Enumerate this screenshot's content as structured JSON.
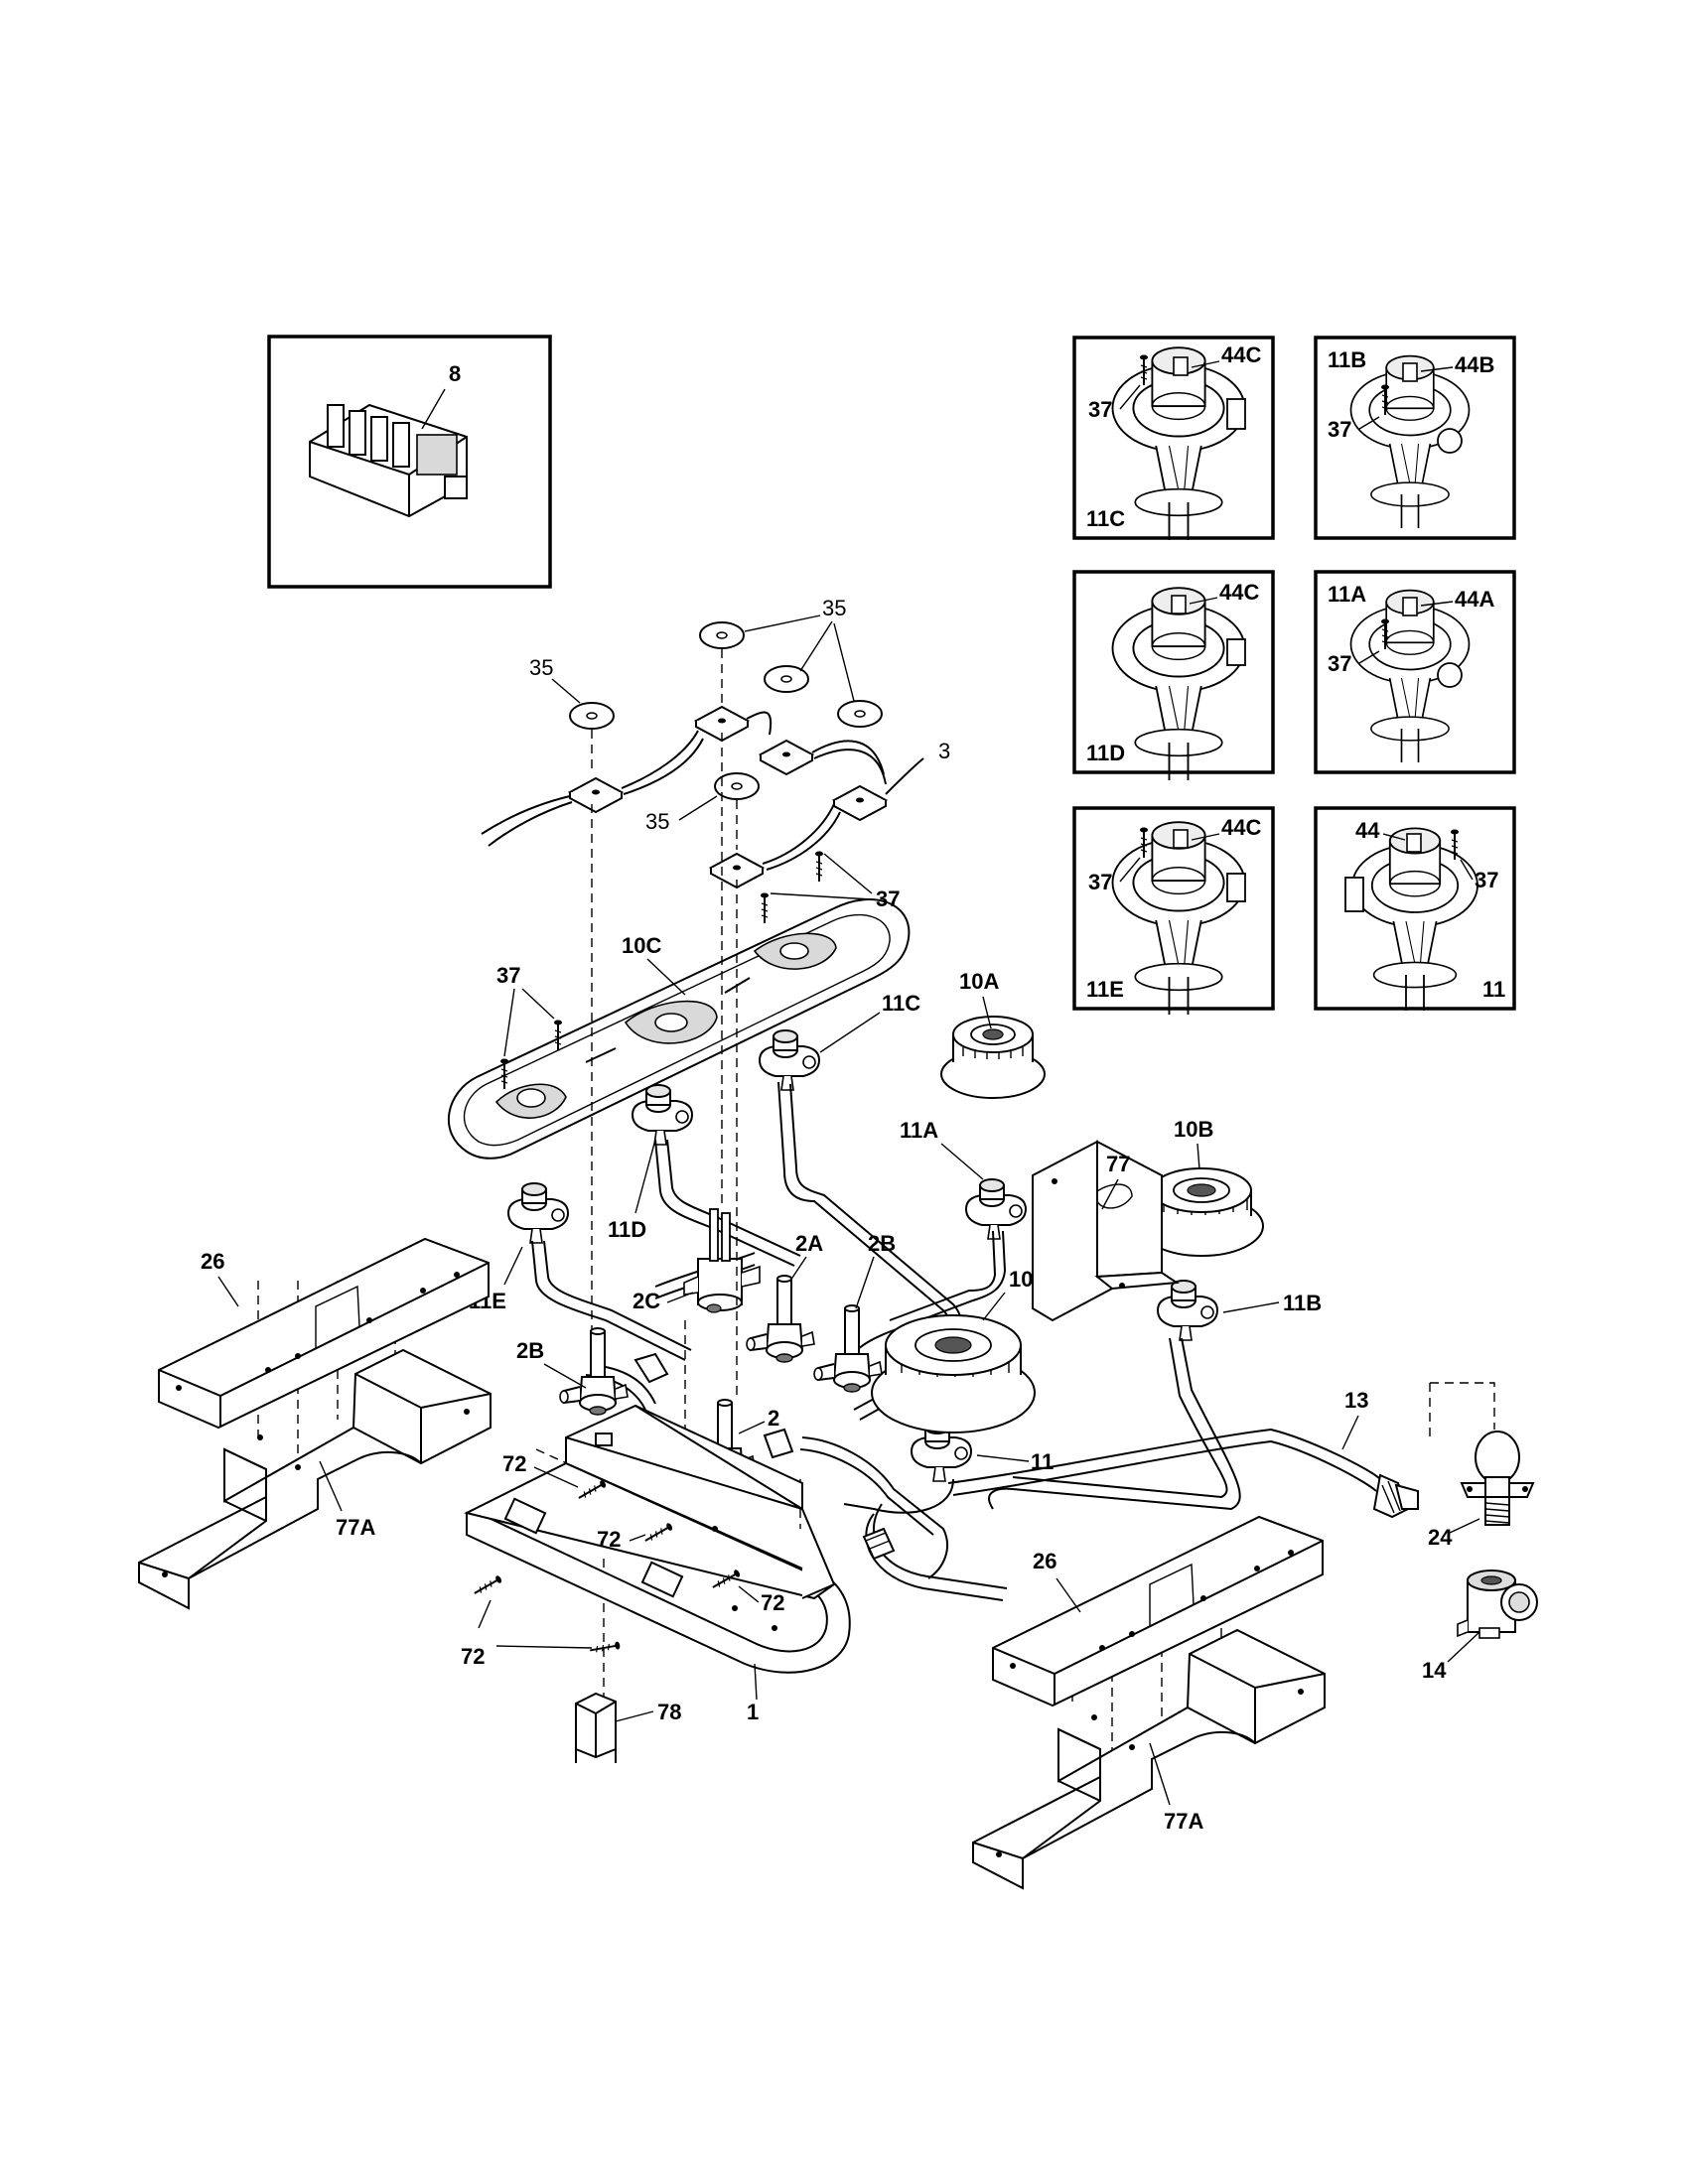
{
  "labels": {
    "l8": "8",
    "l35a": "35",
    "l35b": "35",
    "l35c": "35",
    "l3": "3",
    "l37a": "37",
    "l37b": "37",
    "l10C": "10C",
    "l10A": "10A",
    "l10B": "10B",
    "l10": "10",
    "l11C": "11C",
    "l11A": "11A",
    "l11D": "11D",
    "l11E": "11E",
    "l11B": "11B",
    "l11": "11",
    "l77": "77",
    "l77Aa": "77A",
    "l77Ab": "77A",
    "l26a": "26",
    "l26b": "26",
    "l2A": "2A",
    "l2B1": "2B",
    "l2C": "2C",
    "l2B2": "2B",
    "l2": "2",
    "l13": "13",
    "l24": "24",
    "l14": "14",
    "l72a": "72",
    "l72b": "72",
    "l72c": "72",
    "l72d": "72",
    "l78": "78",
    "l1": "1"
  },
  "insets": {
    "i11C": {
      "part": "11C",
      "orifice": "44C",
      "screw": "37"
    },
    "i11B": {
      "part": "11B",
      "orifice": "44B",
      "screw": "37"
    },
    "i11D": {
      "part": "11D",
      "orifice": "44C"
    },
    "i11A": {
      "part": "11A",
      "orifice": "44A",
      "screw": "37"
    },
    "i11E": {
      "part": "11E",
      "orifice": "44C",
      "screw": "37"
    },
    "i11": {
      "part": "11",
      "orifice": "44",
      "screw": "37"
    }
  }
}
